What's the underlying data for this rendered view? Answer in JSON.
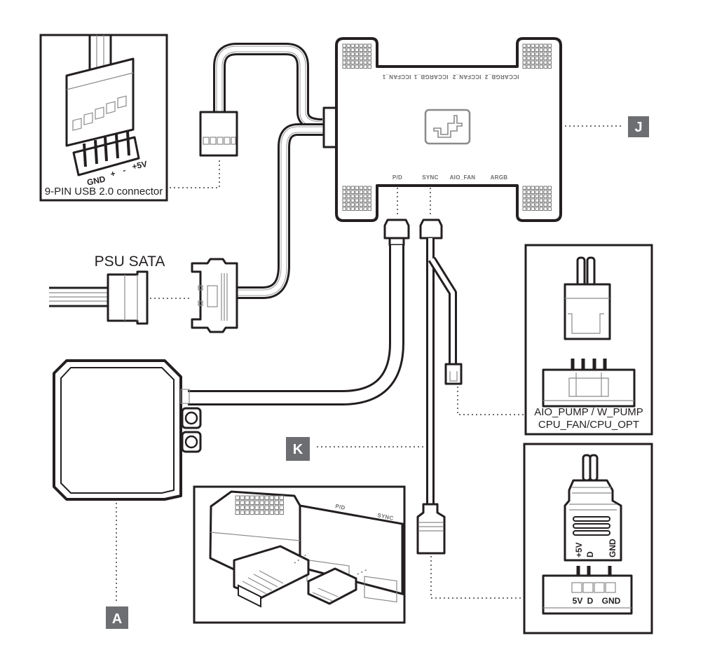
{
  "figure": {
    "description": "Hub connection diagram",
    "callouts": {
      "hub": "J",
      "cable": "K",
      "pump": "A"
    },
    "badge_color": "#6d6e71",
    "line_color": "#231f20"
  },
  "usb_box": {
    "caption": "9-PIN USB 2.0 connector",
    "pin_labels": [
      "GND",
      "+",
      "-",
      "+5V"
    ]
  },
  "psu": {
    "label": "PSU SATA"
  },
  "hub": {
    "top_ports": [
      "ICCFAN_1",
      "ICCARGB_1",
      "ICCFAN_2",
      "ICCARGB_2"
    ],
    "bottom_ports": [
      "P/D",
      "SYNC",
      "AIO_FAN",
      "ARGB"
    ]
  },
  "fan_box": {
    "caption_line1": "AIO_PUMP / W_PUMP",
    "caption_line2": "CPU_FAN/CPU_OPT"
  },
  "argb_box": {
    "plug_pins": [
      "+5V",
      "D",
      "GND"
    ],
    "header_pins": [
      "5V",
      "D",
      "GND"
    ]
  },
  "detail_box": {
    "port_labels": [
      "P/D",
      "SYNC"
    ]
  }
}
